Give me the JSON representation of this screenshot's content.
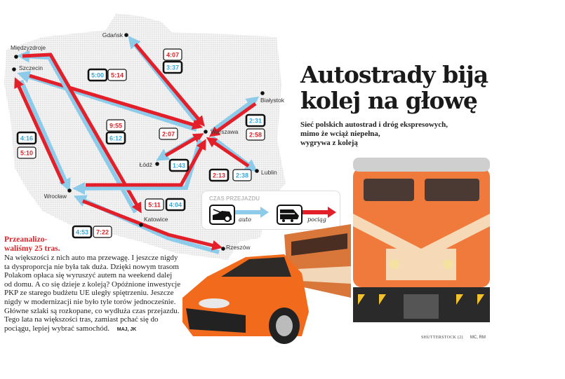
{
  "headline": {
    "line1": "Autostrady biją",
    "line2": "kolej na głowę"
  },
  "subtitle": {
    "line1": "Sieć polskich autostrad i dróg ekspresowych,",
    "line2": "mimo że wciąż niepełna,",
    "line3": "wygrywa z koleją"
  },
  "legend": {
    "title": "CZAS PRZEJAZDU",
    "car_label": "auto",
    "train_label": "pociąg",
    "car_icon": "car-icon",
    "train_icon": "train-icon"
  },
  "colors": {
    "car": "#8ccbea",
    "train": "#e3202a",
    "car_text": "#3aa6d6",
    "train_text": "#d9262b",
    "map_bg": "#ececec"
  },
  "cities": [
    "Gdańsk",
    "Międzyzdroje",
    "Szczecin",
    "Białystok",
    "Warszawa",
    "Łódź",
    "Lublin",
    "Wrocław",
    "Katowice",
    "Rzeszów"
  ],
  "routes": [
    {
      "from": "Gdańsk",
      "to": "Warszawa",
      "car": "3:37",
      "train": "4:07",
      "faster": "car"
    },
    {
      "from": "Szczecin",
      "to": "Warszawa",
      "car": "5:00",
      "train": "5:14",
      "faster": "car"
    },
    {
      "from": "Międzyzdroje",
      "to": "Katowice",
      "car": "6:12",
      "train": "9:55",
      "faster": "car"
    },
    {
      "from": "Szczecin",
      "to": "Wrocław",
      "car": "4:16",
      "train": "5:10",
      "faster": "car"
    },
    {
      "from": "Łódź",
      "to": "Warszawa",
      "car": "1:43",
      "train": "2:07",
      "faster": "car"
    },
    {
      "from": "Białystok",
      "to": "Warszawa",
      "car": "2:31",
      "train": "2:58",
      "faster": "car"
    },
    {
      "from": "Lublin",
      "to": "Warszawa",
      "car": "2:38",
      "train": "2:13",
      "faster": "train"
    },
    {
      "from": "Wrocław",
      "to": "Warszawa",
      "car": "4:04",
      "train": "5:11",
      "faster": "car"
    },
    {
      "from": "Wrocław",
      "to": "Rzeszów",
      "car": "4:53",
      "train": "7:22",
      "faster": "car"
    }
  ],
  "lead": {
    "headline_1": "Przeanalizo-",
    "headline_2": "waliśmy 25 tras.",
    "body": "Na większości z nich auto ma przewagę. I jeszcze nigdy ta dysproporcja nie była tak duża. Dzięki nowym trasom Polakom opłaca się wyruszyć autem na weekend dalej od domu. A co się dzieje z koleją? Opóźnione inwestycje PKP ze starego budżetu UE uległy spiętrzeniu. Jeszcze nigdy w modernizacji nie było tyle torów jednocześnie. Główne szlaki są rozkopane, co wydłuża czas przejazdu. Tego lata na większości tras, zamiast pchać się do pociągu, lepiej wybrać samochód.",
    "author": "MAJ, JK"
  },
  "credits": {
    "photo": "SHUTTERSTOCK (2)",
    "authors": "MC, RM"
  }
}
